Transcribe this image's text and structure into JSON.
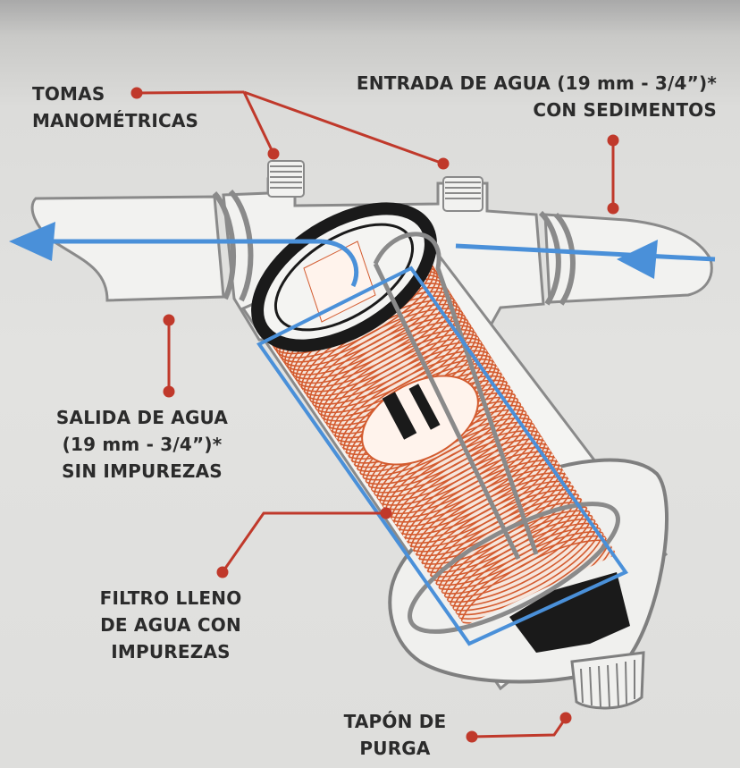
{
  "diagram": {
    "subject": "Y-type water filter cross-section",
    "colors": {
      "background": "#e0e0de",
      "text": "#2b2b2b",
      "callout_line": "#c0392b",
      "water_flow": "#4a90d9",
      "filter_mesh": "#d35b2f",
      "outline": "#8a8a8a",
      "seal_black": "#1a1a1a"
    },
    "flow_direction": "right-to-left",
    "labels": {
      "tomas": {
        "line1": "TOMAS",
        "line2": "MANOMÉTRICAS"
      },
      "entrada": {
        "line1": "ENTRADA DE AGUA (19 mm - 3/4”)*",
        "line2": "CON SEDIMENTOS"
      },
      "salida": {
        "line1": "SALIDA DE AGUA",
        "line2": "(19 mm - 3/4”)*",
        "line3": "SIN IMPUREZAS"
      },
      "filtro": {
        "line1": "FILTRO LLENO",
        "line2": "DE AGUA CON",
        "line3": "IMPUREZAS"
      },
      "tapon": {
        "line1": "TAPÓN DE",
        "line2": "PURGA"
      }
    }
  }
}
